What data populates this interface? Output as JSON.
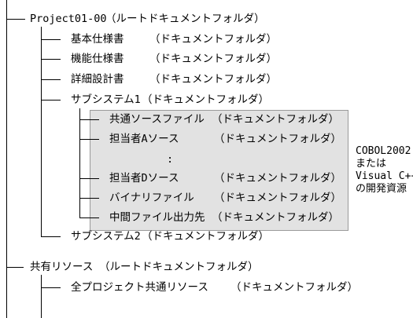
{
  "tree": {
    "project_root": {
      "name": "Project01-00",
      "type": "（ルートドキュメントフォルダ）"
    },
    "children": [
      {
        "name": "基本仕様書",
        "type": "（ドキュメントフォルダ）"
      },
      {
        "name": "機能仕様書",
        "type": "（ドキュメントフォルダ）"
      },
      {
        "name": "詳細設計書",
        "type": "（ドキュメントフォルダ）"
      },
      {
        "name": "サブシステム1",
        "type": "（ドキュメントフォルダ）"
      },
      {
        "name": "サブシステム2",
        "type": "（ドキュメントフォルダ）"
      }
    ],
    "subsystem_items": [
      {
        "name": "共通ソースファイル",
        "type": "（ドキュメントフォルダ）"
      },
      {
        "name": "担当者Aソース",
        "type": "（ドキュメントフォルダ）"
      },
      {
        "name": "担当者Dソース",
        "type": "（ドキュメントフォルダ）"
      },
      {
        "name": "バイナリファイル",
        "type": "（ドキュメントフォルダ）"
      },
      {
        "name": "中間ファイル出力先",
        "type": "（ドキュメントフォルダ）"
      }
    ],
    "ellipsis": ":",
    "shared_root": {
      "name": "共有リソース",
      "type": "（ルートドキュメントフォルダ）"
    },
    "shared_child": {
      "name": "全プロジェクト共通リソース",
      "type": "（ドキュメントフォルダ）"
    }
  },
  "annotation": [
    "COBOL2002",
    "または",
    "Visual C++",
    "の開発資源"
  ]
}
